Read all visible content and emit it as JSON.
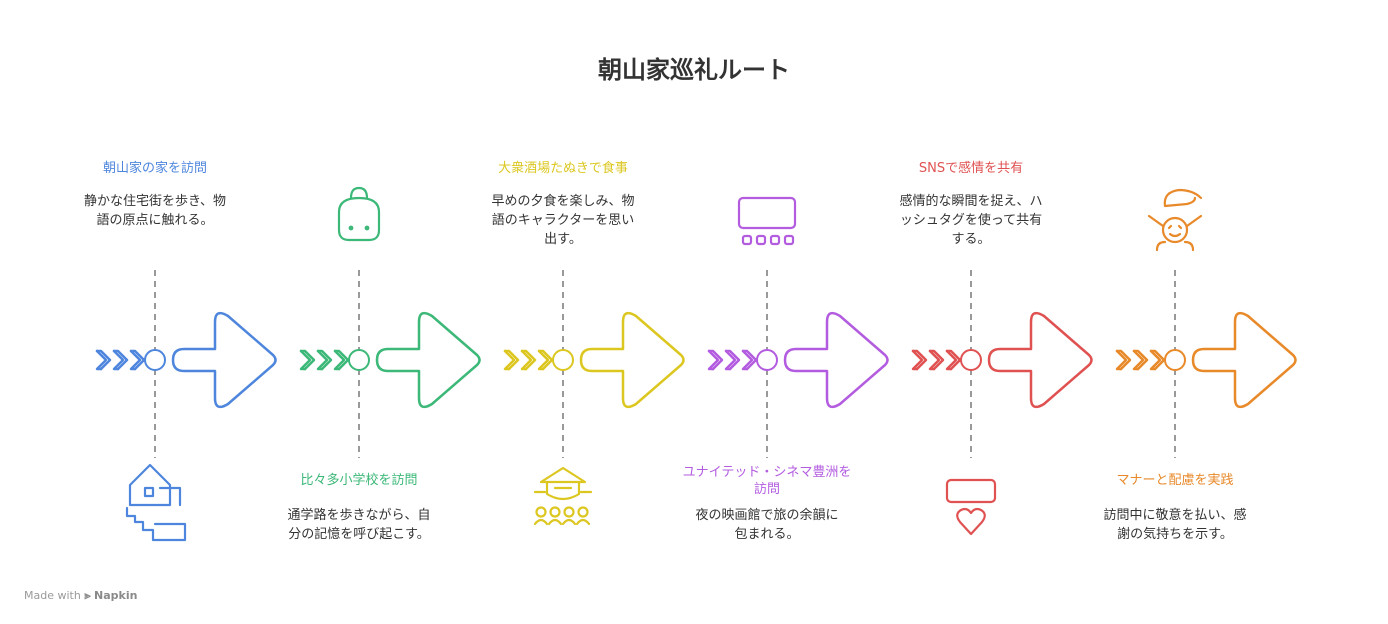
{
  "title": "朝山家巡礼ルート",
  "footer": {
    "made_with": "Made with",
    "brand": "Napkin",
    "logo_icon": "napkin-logo-icon"
  },
  "steps": [
    {
      "title": "朝山家の家を訪問",
      "description": "静かな住宅街を歩き、物語の原点に触れる。",
      "color": "#4e86dd",
      "icon": "house-icon",
      "position": "top"
    },
    {
      "title": "比々多小学校を訪問",
      "description": "通学路を歩きながら、自分の記憶を呼び起こす。",
      "color": "#3cb878",
      "icon": "school-bag-icon",
      "position": "bottom"
    },
    {
      "title": "大衆酒場たぬきで食事",
      "description": "早めの夕食を楽しみ、物語のキャラクターを思い出す。",
      "color": "#dcc720",
      "icon": "restaurant-gathering-icon",
      "position": "top"
    },
    {
      "title": "ユナイテッド・シネマ豊洲を訪問",
      "description": "夜の映画館で旅の余韻に包まれる。",
      "color": "#b35ce0",
      "icon": "cinema-screen-icon",
      "position": "bottom"
    },
    {
      "title": "SNSで感情を共有",
      "description": "感情的な瞬間を捉え、ハッシュタグを使って共有する。",
      "color": "#e05252",
      "icon": "chat-heart-icon",
      "position": "top"
    },
    {
      "title": "マナーと配慮を実践",
      "description": "訪問中に敬意を払い、感謝の気持ちを示す。",
      "color": "#e8892a",
      "icon": "caring-hand-icon",
      "position": "bottom"
    }
  ]
}
